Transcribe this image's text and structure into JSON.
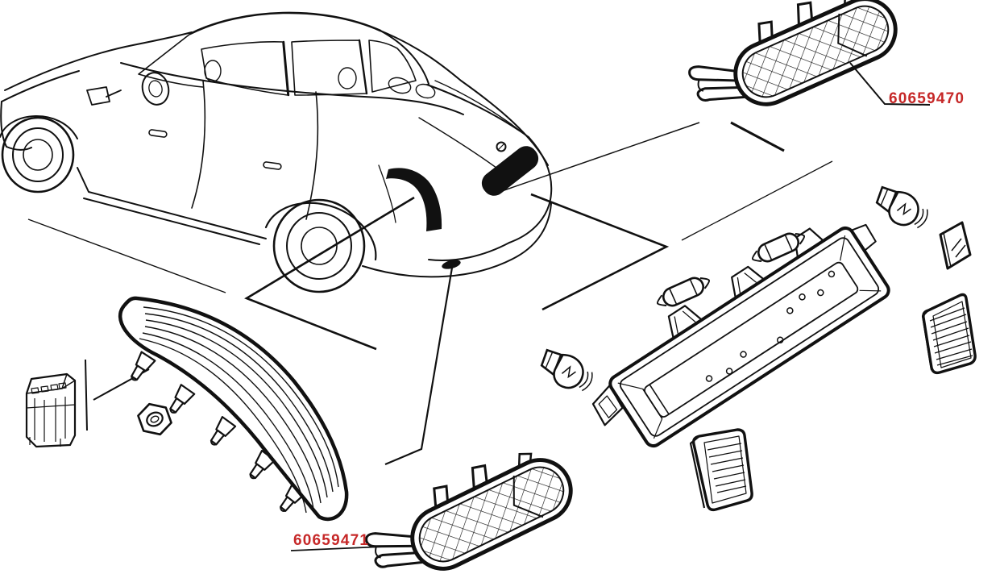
{
  "diagram": {
    "type": "exploded-parts-diagram",
    "background": "#ffffff",
    "ink_color": "#111111",
    "label_color": "#c62828",
    "part_labels": [
      {
        "text": "60659470"
      },
      {
        "text": "60659471"
      }
    ],
    "parts": [
      {
        "name": "car-rear-three-quarter-view"
      },
      {
        "name": "grille-lamp-upper"
      },
      {
        "name": "grille-lamp-lower"
      },
      {
        "name": "rear-lamp-cluster"
      },
      {
        "name": "wiring-connector"
      },
      {
        "name": "hex-nut"
      },
      {
        "name": "license-plate-lamp-housing"
      },
      {
        "name": "festoon-bulb"
      },
      {
        "name": "wedge-bulb"
      },
      {
        "name": "flat-glass-lens"
      },
      {
        "name": "ribbed-lens"
      }
    ]
  }
}
